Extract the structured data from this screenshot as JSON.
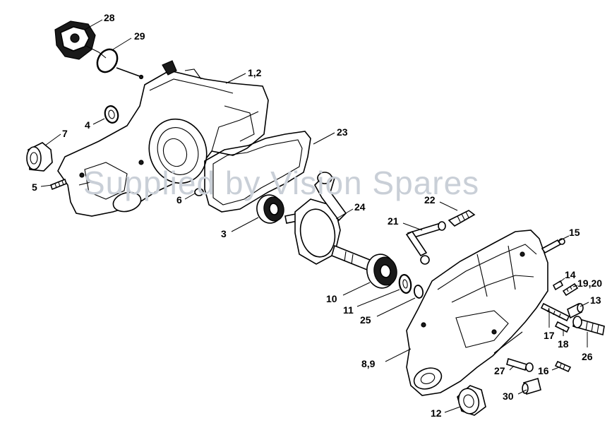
{
  "watermark": "Supplied by Vision Spares",
  "callouts": [
    {
      "id": "28",
      "text": "28"
    },
    {
      "id": "29",
      "text": "29"
    },
    {
      "id": "1-2",
      "text": "1,2"
    },
    {
      "id": "4",
      "text": "4"
    },
    {
      "id": "7",
      "text": "7"
    },
    {
      "id": "23",
      "text": "23"
    },
    {
      "id": "5",
      "text": "5"
    },
    {
      "id": "6",
      "text": "6"
    },
    {
      "id": "22",
      "text": "22"
    },
    {
      "id": "24",
      "text": "24"
    },
    {
      "id": "21",
      "text": "21"
    },
    {
      "id": "3",
      "text": "3"
    },
    {
      "id": "15",
      "text": "15"
    },
    {
      "id": "14",
      "text": "14"
    },
    {
      "id": "19-20",
      "text": "19,20"
    },
    {
      "id": "13",
      "text": "13"
    },
    {
      "id": "10",
      "text": "10"
    },
    {
      "id": "11",
      "text": "11"
    },
    {
      "id": "25",
      "text": "25"
    },
    {
      "id": "17",
      "text": "17"
    },
    {
      "id": "18",
      "text": "18"
    },
    {
      "id": "26",
      "text": "26"
    },
    {
      "id": "8-9",
      "text": "8,9"
    },
    {
      "id": "27",
      "text": "27"
    },
    {
      "id": "16",
      "text": "16"
    },
    {
      "id": "30",
      "text": "30"
    },
    {
      "id": "12",
      "text": "12"
    }
  ]
}
